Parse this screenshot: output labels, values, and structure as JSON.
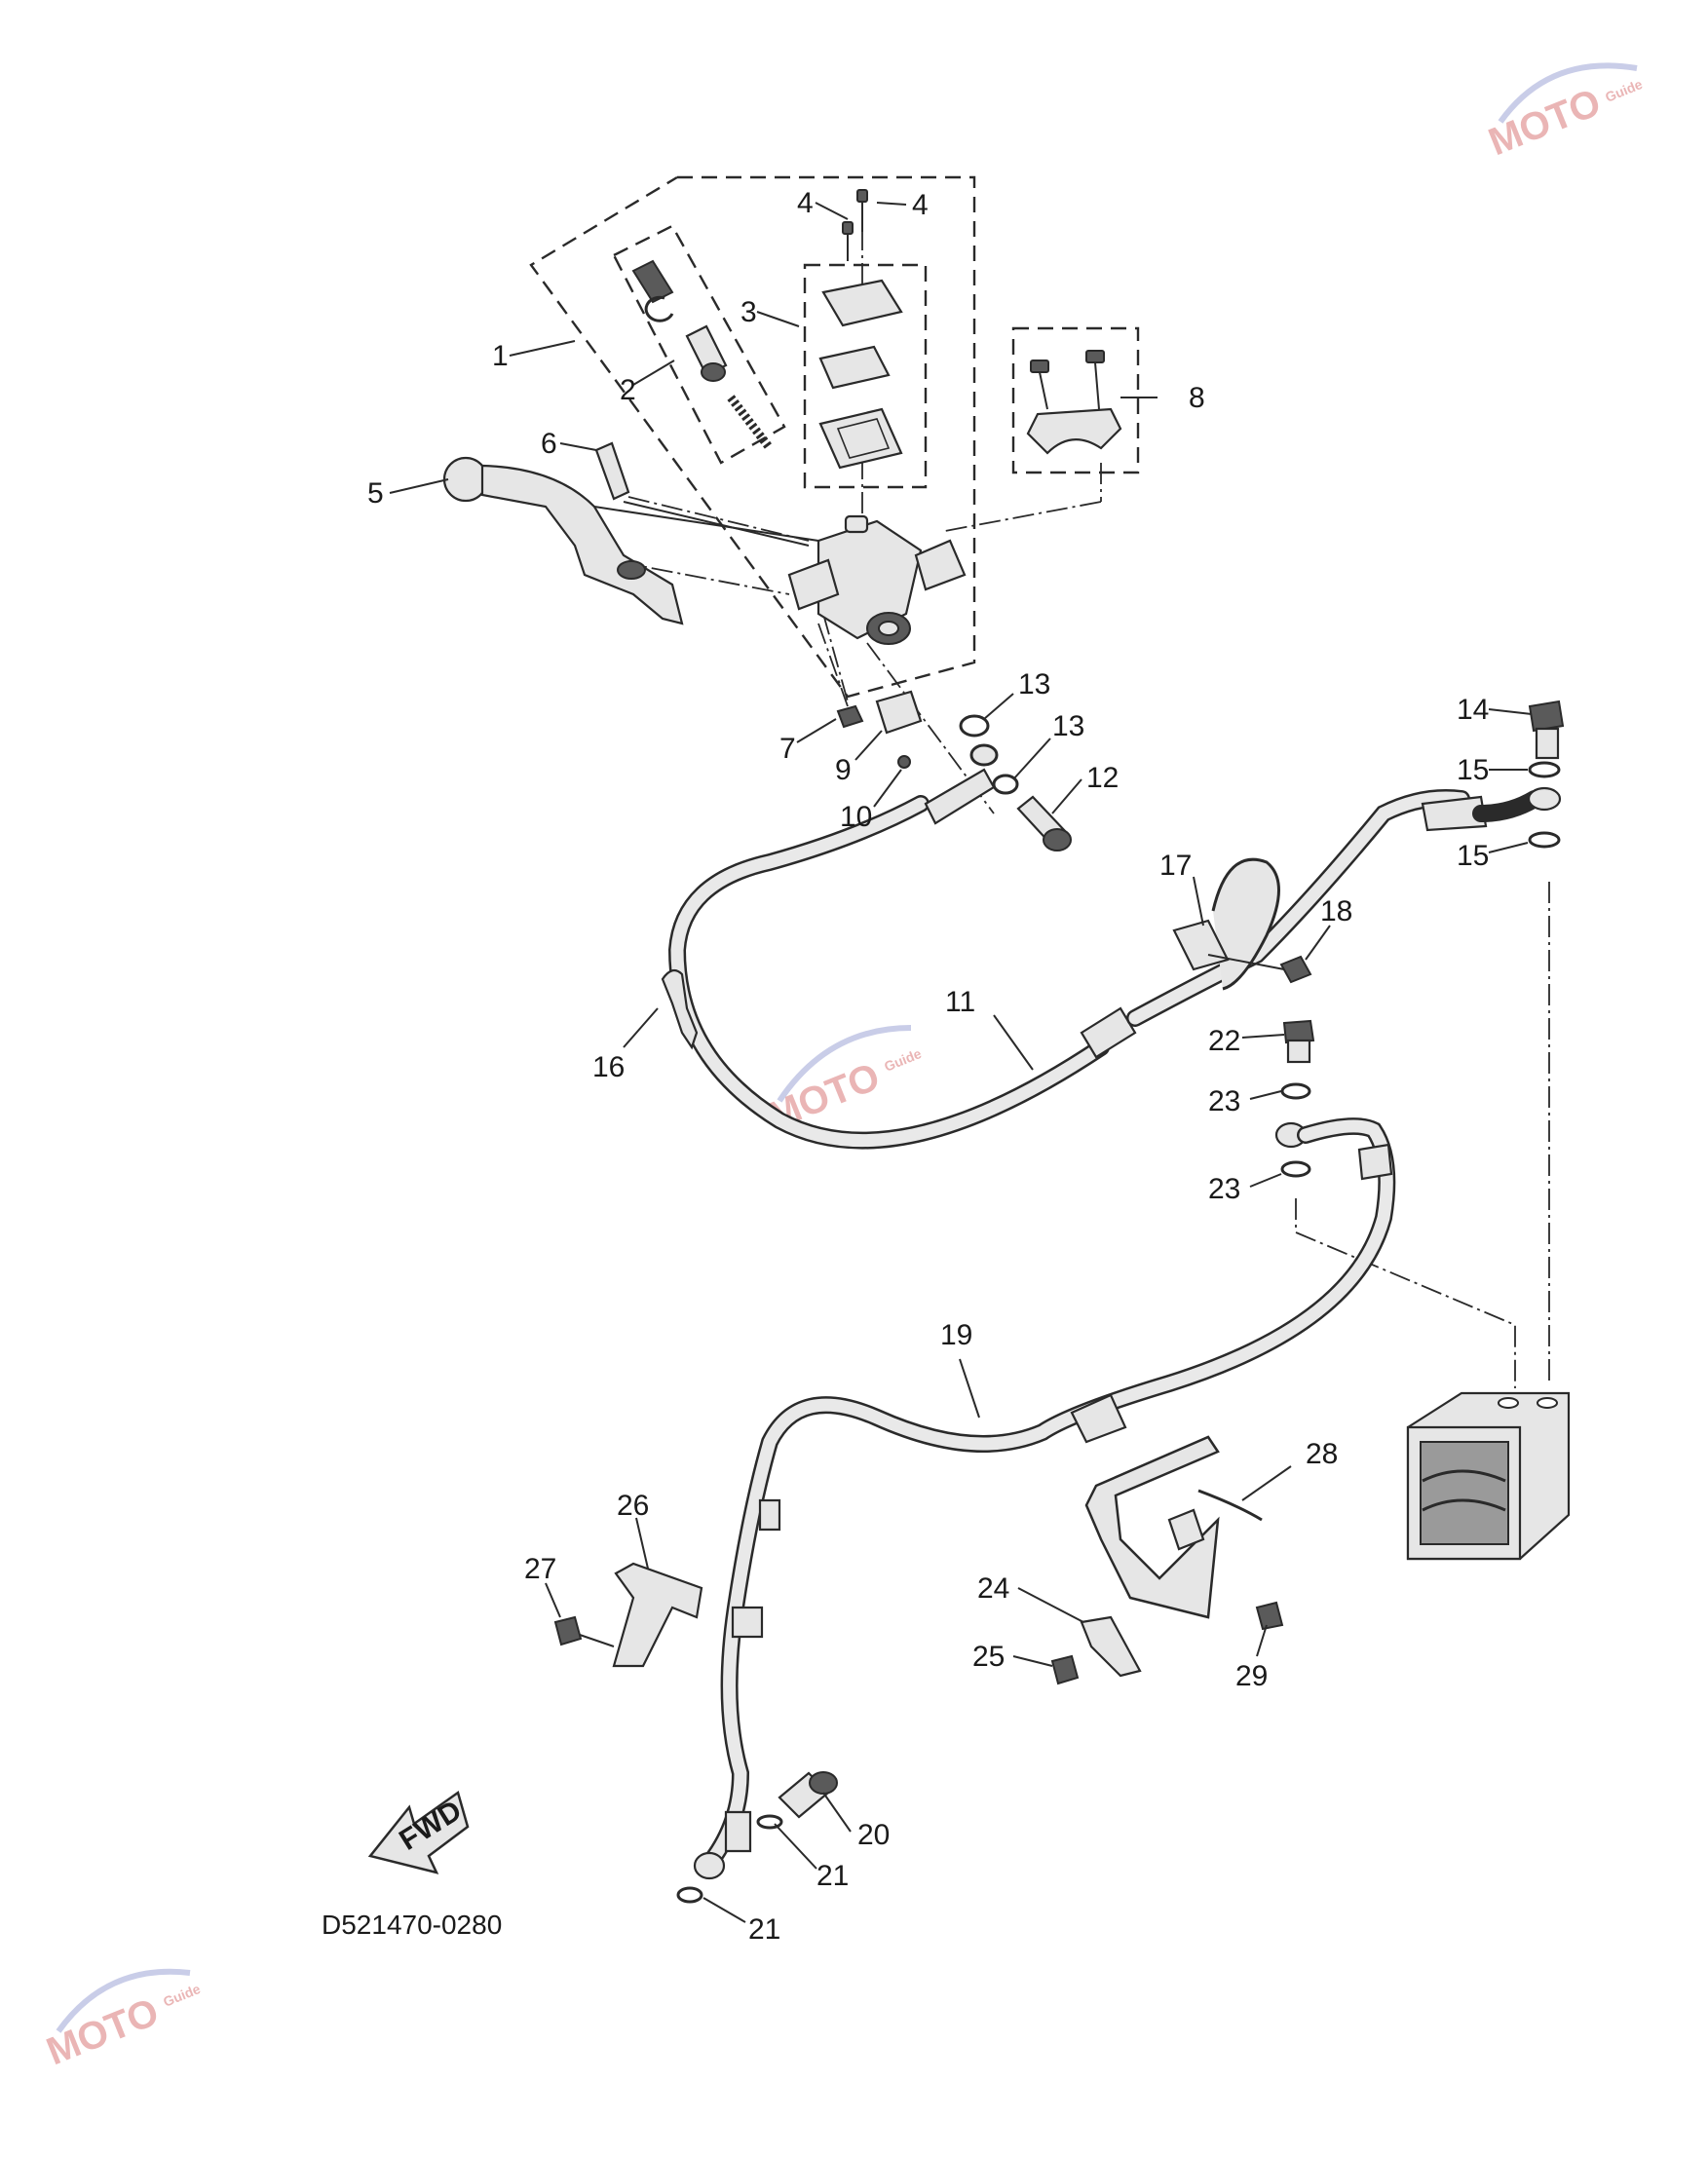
{
  "diagram_code": "D521470-0280",
  "fwd_label": "FWD",
  "watermark": {
    "brand": "MOTO",
    "sub": "Guide"
  },
  "callouts": [
    "1",
    "2",
    "3",
    "4",
    "4",
    "5",
    "6",
    "7",
    "8",
    "9",
    "10",
    "11",
    "12",
    "13",
    "13",
    "14",
    "15",
    "15",
    "16",
    "17",
    "18",
    "19",
    "20",
    "21",
    "21",
    "22",
    "23",
    "23",
    "24",
    "25",
    "26",
    "27",
    "28",
    "29"
  ]
}
